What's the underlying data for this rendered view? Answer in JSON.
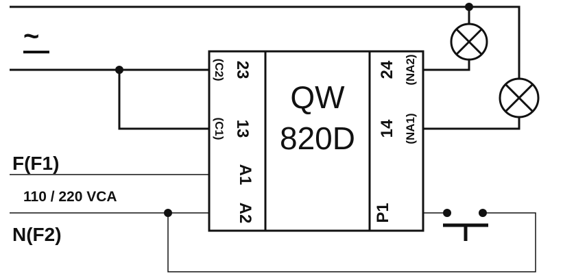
{
  "supply": {
    "ac_symbol": "~",
    "phase_label": "F(F1)",
    "voltage_label": "110 / 220 VCA",
    "neutral_label": "N(F2)"
  },
  "module": {
    "model_line1": "QW",
    "model_line2": "820D",
    "left_terminals": [
      {
        "number": "23",
        "alt": "(C2)"
      },
      {
        "number": "13",
        "alt": "(C1)"
      },
      {
        "number": "A1",
        "alt": ""
      },
      {
        "number": "A2",
        "alt": ""
      }
    ],
    "right_terminals": [
      {
        "number": "24",
        "alt": "(NA2)"
      },
      {
        "number": "14",
        "alt": "(NA1)"
      },
      {
        "number": "P1",
        "alt": ""
      }
    ]
  },
  "colors": {
    "line": "#111111",
    "background": "#ffffff"
  },
  "loads": [
    {
      "icon": "lamp-icon"
    },
    {
      "icon": "lamp-icon"
    }
  ],
  "switch": {
    "icon": "pushbutton-icon"
  }
}
